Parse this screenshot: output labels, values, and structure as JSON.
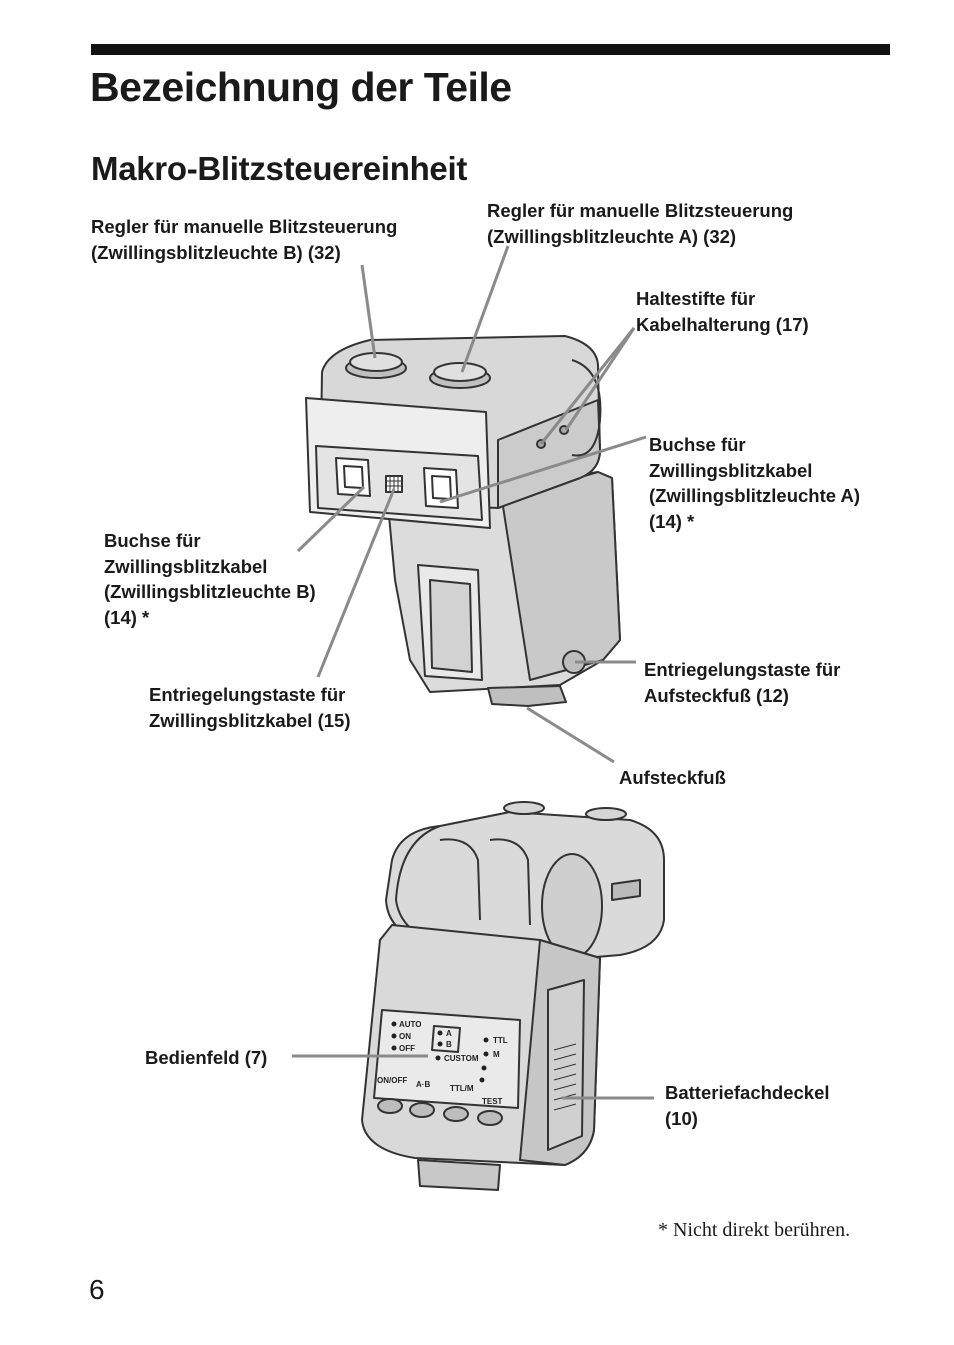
{
  "heading": "Bezeichnung der Teile",
  "subheading": "Makro-Blitzsteuereinheit",
  "labels": {
    "dial_b": [
      "Regler für manuelle Blitzsteuerung",
      "(Zwillingsblitzleuchte B) (32)"
    ],
    "dial_a": [
      "Regler für manuelle Blitzsteuerung",
      "(Zwillingsblitzleuchte A) (32)"
    ],
    "pins": [
      "Haltestifte für",
      "Kabelhalterung (17)"
    ],
    "socket_a": [
      "Buchse für",
      "Zwillingsblitzkabel",
      "(Zwillingsblitzleuchte A)",
      "(14) *"
    ],
    "socket_b": [
      "Buchse für",
      "Zwillingsblitzkabel",
      "(Zwillingsblitzleuchte B)",
      "(14) *"
    ],
    "foot_release": [
      "Entriegelungstaste für",
      "Aufsteckfuß (12)"
    ],
    "cable_release": [
      "Entriegelungstaste für",
      "Zwillingsblitzkabel (15)"
    ],
    "foot": "Aufsteckfuß",
    "panel": "Bedienfeld (7)",
    "battery": [
      "Batteriefachdeckel",
      "(10)"
    ]
  },
  "panel_text": {
    "auto": "AUTO",
    "on": "ON",
    "off": "OFF",
    "a": "A",
    "b": "B",
    "custom": "CUSTOM",
    "ttl": "TTL",
    "m": "M",
    "onoff": "ON/OFF",
    "ab": "A·B",
    "ttlm": "TTL/M",
    "test": "TEST"
  },
  "footnote": "* Nicht direkt berühren.",
  "page_number": "6"
}
